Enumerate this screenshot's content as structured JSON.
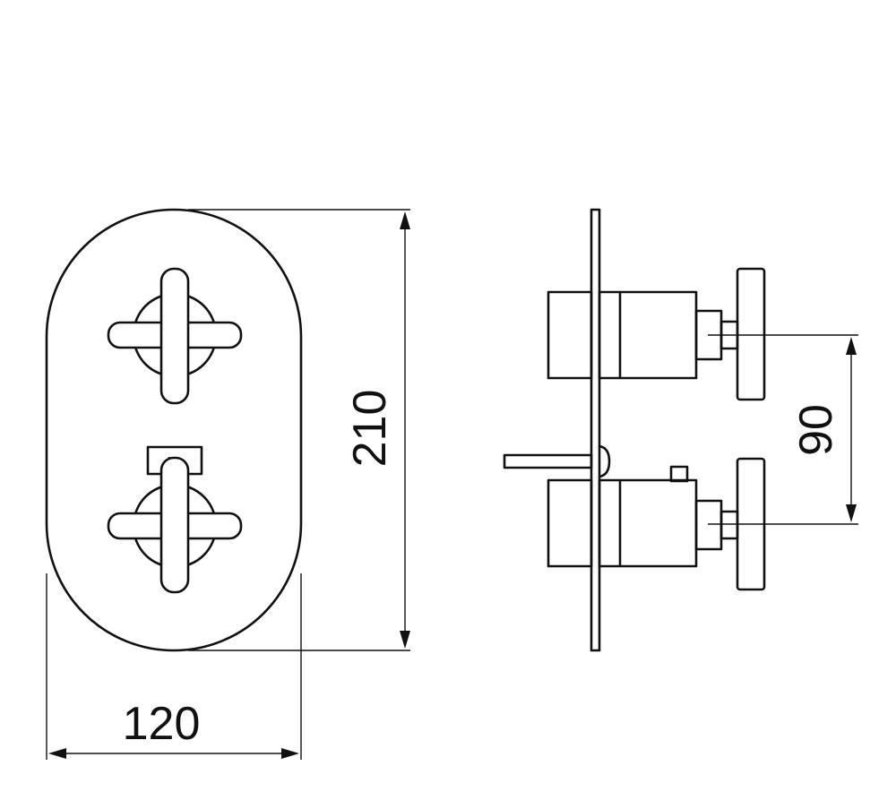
{
  "drawing": {
    "stroke_color": "#111111",
    "background_color": "#ffffff",
    "dimensions": {
      "width": "120",
      "height": "210",
      "spacing": "90"
    },
    "thermo_scale_marks": "+ -"
  }
}
